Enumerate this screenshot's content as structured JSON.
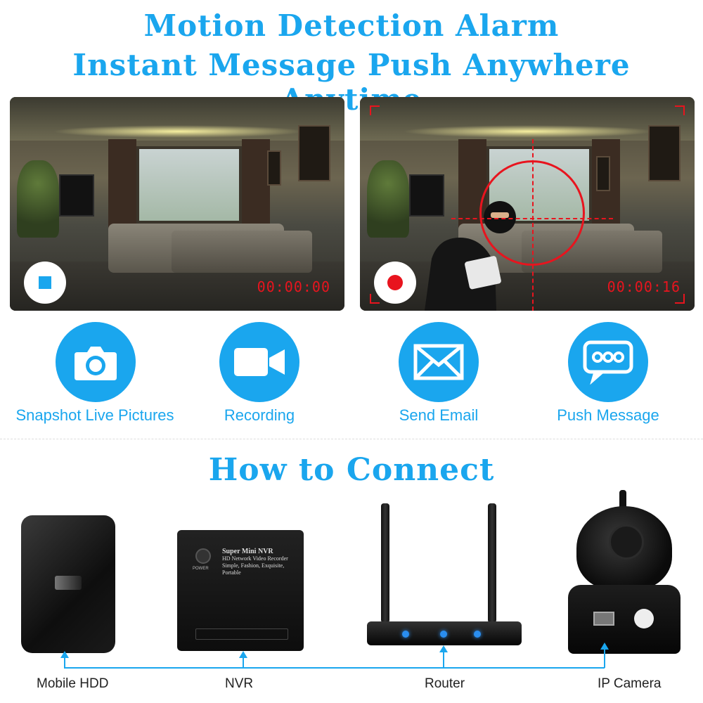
{
  "header": {
    "title_line1": "Motion Detection Alarm",
    "title_line2": "Instant Message Push Anywhere Anytime"
  },
  "scenes": {
    "left": {
      "timecode": "00:00:00",
      "state": "stopped"
    },
    "right": {
      "timecode": "00:00:16",
      "state": "recording"
    }
  },
  "features": [
    {
      "label": "Snapshot Live Pictures",
      "icon": "camera-icon"
    },
    {
      "label": "Recording",
      "icon": "video-camera-icon"
    },
    {
      "label": "Send Email",
      "icon": "envelope-icon"
    },
    {
      "label": "Push Message",
      "icon": "chat-bubble-icon"
    }
  ],
  "connect": {
    "title": "How to Connect",
    "devices": [
      {
        "label": "Mobile HDD"
      },
      {
        "label": "NVR"
      },
      {
        "label": "Router"
      },
      {
        "label": "IP Camera"
      }
    ]
  },
  "nvr_panel": {
    "brand": "Super Mini NVR",
    "subtitle": "HD Network Video Recorder",
    "tagline": "Simple, Fashion, Exquisite, Portable",
    "power_label": "POWER"
  },
  "colors": {
    "accent": "#1aa6ee",
    "alert_red": "#e8141e",
    "led_blue": "#2a8ef0"
  }
}
